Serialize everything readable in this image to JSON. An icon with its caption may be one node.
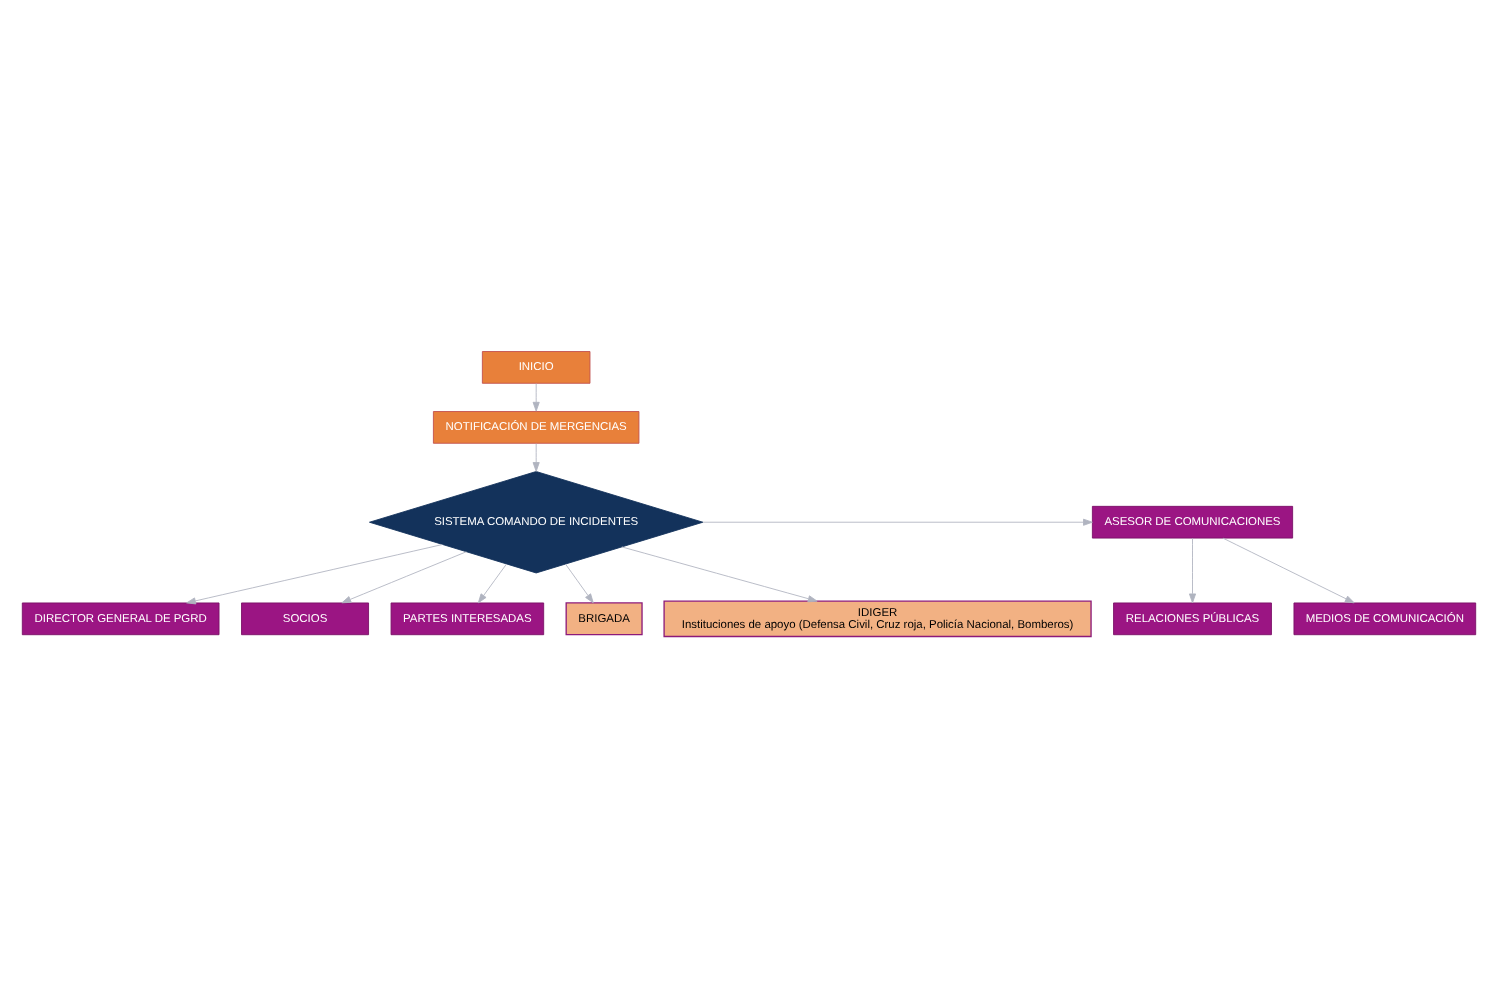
{
  "diagram": {
    "nodes": [
      {
        "text": [
          "INICIO"
        ]
      },
      {
        "text": [
          "NOTIFICACIÓN DE MERGENCIAS"
        ]
      },
      {
        "text": [
          "SISTEMA COMANDO DE INCIDENTES"
        ]
      },
      {
        "text": [
          "DIRECTOR GENERAL DE PGRD"
        ]
      },
      {
        "text": [
          "SOCIOS"
        ]
      },
      {
        "text": [
          "PARTES INTERESADAS"
        ]
      },
      {
        "text": [
          "ASESOR DE COMUNICACIONES"
        ]
      },
      {
        "text": [
          "RELACIONES PÚBLICAS"
        ]
      },
      {
        "text": [
          "MEDIOS DE COMUNICACIÓN"
        ]
      },
      {
        "text": [
          "BRIGADA"
        ]
      },
      {
        "text": [
          "IDIGER",
          "Instituciones de apoyo (Defensa Civil, Cruz roja, Policía Nacional, Bomberos)"
        ]
      }
    ],
    "edges": [
      {
        "from": 0,
        "to": 1,
        "arrow": "to"
      },
      {
        "from": 1,
        "to": 2,
        "arrow": "to"
      },
      {
        "from": 2,
        "to": 3,
        "arrow": "to"
      },
      {
        "from": 2,
        "to": 4,
        "arrow": "to"
      },
      {
        "from": 2,
        "to": 5,
        "arrow": "to"
      },
      {
        "from": 2,
        "to": 6,
        "arrow": "to"
      },
      {
        "from": 6,
        "to": 7,
        "arrow": "to"
      },
      {
        "from": 6,
        "to": 8,
        "arrow": "to"
      },
      {
        "from": 2,
        "to": 9,
        "arrow": "to"
      },
      {
        "from": 2,
        "to": 10,
        "arrow": "to"
      }
    ]
  }
}
